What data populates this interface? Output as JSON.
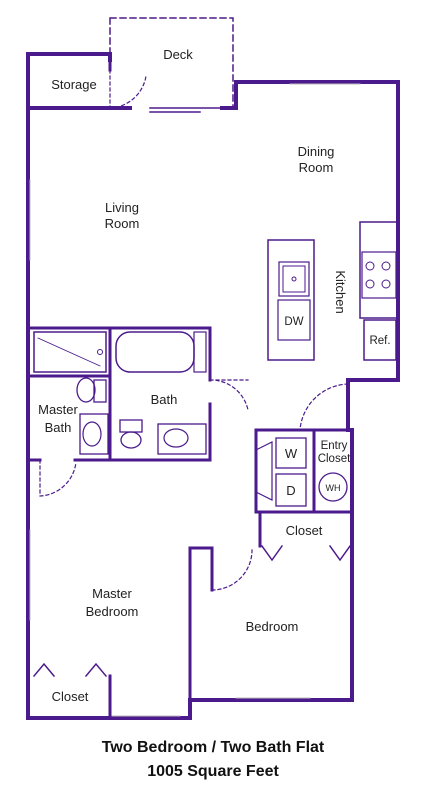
{
  "colors": {
    "wall": "#4b1a8c",
    "fixture": "#6a3aa8",
    "text": "#222222",
    "background": "#ffffff"
  },
  "rooms": {
    "deck": "Deck",
    "storage": "Storage",
    "dining_line1": "Dining",
    "dining_line2": "Room",
    "living_line1": "Living",
    "living_line2": "Room",
    "kitchen": "Kitchen",
    "dishwasher": "DW",
    "refrigerator": "Ref.",
    "bath": "Bath",
    "master_bath_line1": "Master",
    "master_bath_line2": "Bath",
    "entry_closet_line1": "Entry",
    "entry_closet_line2": "Closet",
    "washer": "W",
    "dryer": "D",
    "water_heater": "WH",
    "closet_hall": "Closet",
    "master_bedroom_line1": "Master",
    "master_bedroom_line2": "Bedroom",
    "bedroom": "Bedroom",
    "closet_master": "Closet"
  },
  "caption": {
    "line1": "Two Bedroom / Two Bath Flat",
    "line2": "1005 Square Feet"
  }
}
